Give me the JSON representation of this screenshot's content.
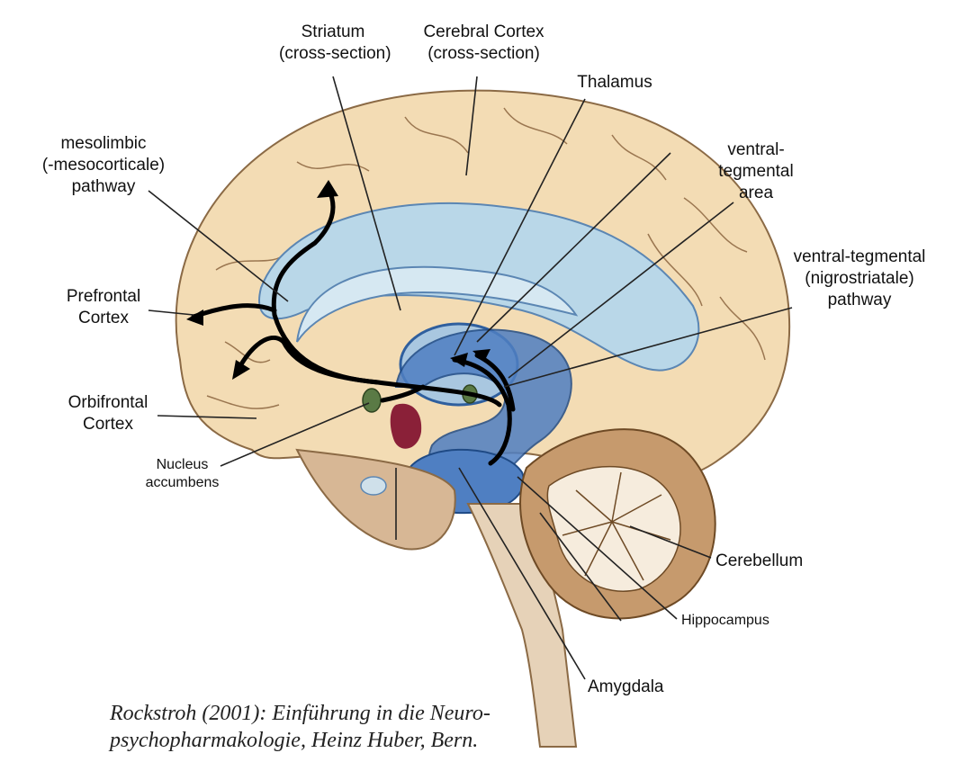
{
  "labels": {
    "striatum": "Striatum\n(cross-section)",
    "cerebral_cortex": "Cerebral Cortex\n(cross-section)",
    "thalamus": "Thalamus",
    "mesolimbic": "mesolimbic\n(-mesocorticale)\npathway",
    "vta": "ventral-\ntegmental\narea",
    "vt_pathway": "ventral-tegmental\n(nigrostriatale)\npathway",
    "prefrontal": "Prefrontal\nCortex",
    "orbifrontal": "Orbifrontal\nCortex",
    "nucleus": "Nucleus\naccumbens",
    "cerebellum": "Cerebellum",
    "hippocampus": "Hippocampus",
    "amygdala": "Amygdala"
  },
  "citation": "Rockstroh (2001): Einführung in die Neuro-\npsychopharmakologie, Heinz Huber, Bern.",
  "colors": {
    "cortex": "#f3dcb4",
    "ventricle": "#b9d7e8",
    "limbic": "#4f7fc2",
    "brainstem": "#d7b795",
    "cerebellum": "#c69a6d",
    "nucleus": "#5a7a45",
    "red_nuclei": "#8a2038",
    "pathway": "#000000"
  }
}
